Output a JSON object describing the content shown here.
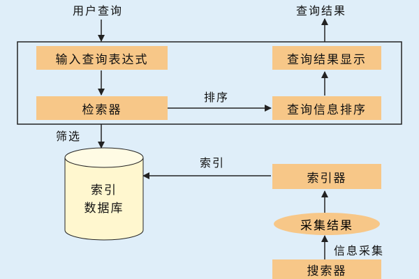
{
  "labels": {
    "user_query": "用户查询",
    "query_result": "查询结果",
    "sort": "排序",
    "filter": "筛选",
    "index": "索引",
    "info_collect": "信息采集"
  },
  "boxes": {
    "input_expression": "输入查询表达式",
    "result_display": "查询结果显示",
    "retriever": "检索器",
    "info_sort": "查询信息排序",
    "indexer": "索引器",
    "collect_result": "采集结果",
    "crawler": "搜索器"
  },
  "database": {
    "line1": "索引",
    "line2": "数据库"
  }
}
